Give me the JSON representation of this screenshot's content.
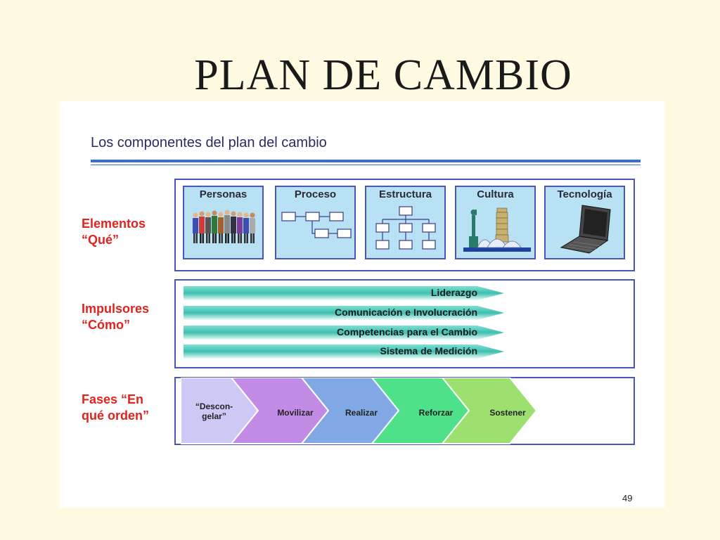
{
  "slide": {
    "title": "PLAN DE CAMBIO",
    "subtitle": "Los componentes del plan del cambio",
    "page_number": "49"
  },
  "rows": [
    {
      "line1": "Elementos",
      "line2": "“Qué”"
    },
    {
      "line1": "Impulsores",
      "line2": "“Cómo”"
    },
    {
      "line1": "Fases “En",
      "line2": "qué orden”"
    }
  ],
  "elements": [
    {
      "label": "Personas",
      "icon": "people-icon"
    },
    {
      "label": "Proceso",
      "icon": "process-flow-icon"
    },
    {
      "label": "Estructura",
      "icon": "org-chart-icon"
    },
    {
      "label": "Cultura",
      "icon": "landmarks-icon"
    },
    {
      "label": "Tecnología",
      "icon": "laptop-icon"
    }
  ],
  "drivers": [
    {
      "label": "Liderazgo"
    },
    {
      "label": "Comunicación e Involucración"
    },
    {
      "label": "Competencias para el Cambio"
    },
    {
      "label": "Sistema de Medición"
    }
  ],
  "phases": [
    {
      "line1": "“Descon-",
      "line2": "gelar”",
      "color": "#cdc8f4"
    },
    {
      "line1": "Movilizar",
      "line2": "",
      "color": "#c28be6"
    },
    {
      "line1": "Realizar",
      "line2": "",
      "color": "#7fa8e4"
    },
    {
      "line1": "Reforzar",
      "line2": "",
      "color": "#4fe08a"
    },
    {
      "line1": "Sostener",
      "line2": "",
      "color": "#9ee070"
    }
  ],
  "colors": {
    "section_border": "#4a55b8",
    "row_label": "#e0231e",
    "card_fill": "#b8e1f4",
    "driver_fill": "#3fbfb0"
  }
}
